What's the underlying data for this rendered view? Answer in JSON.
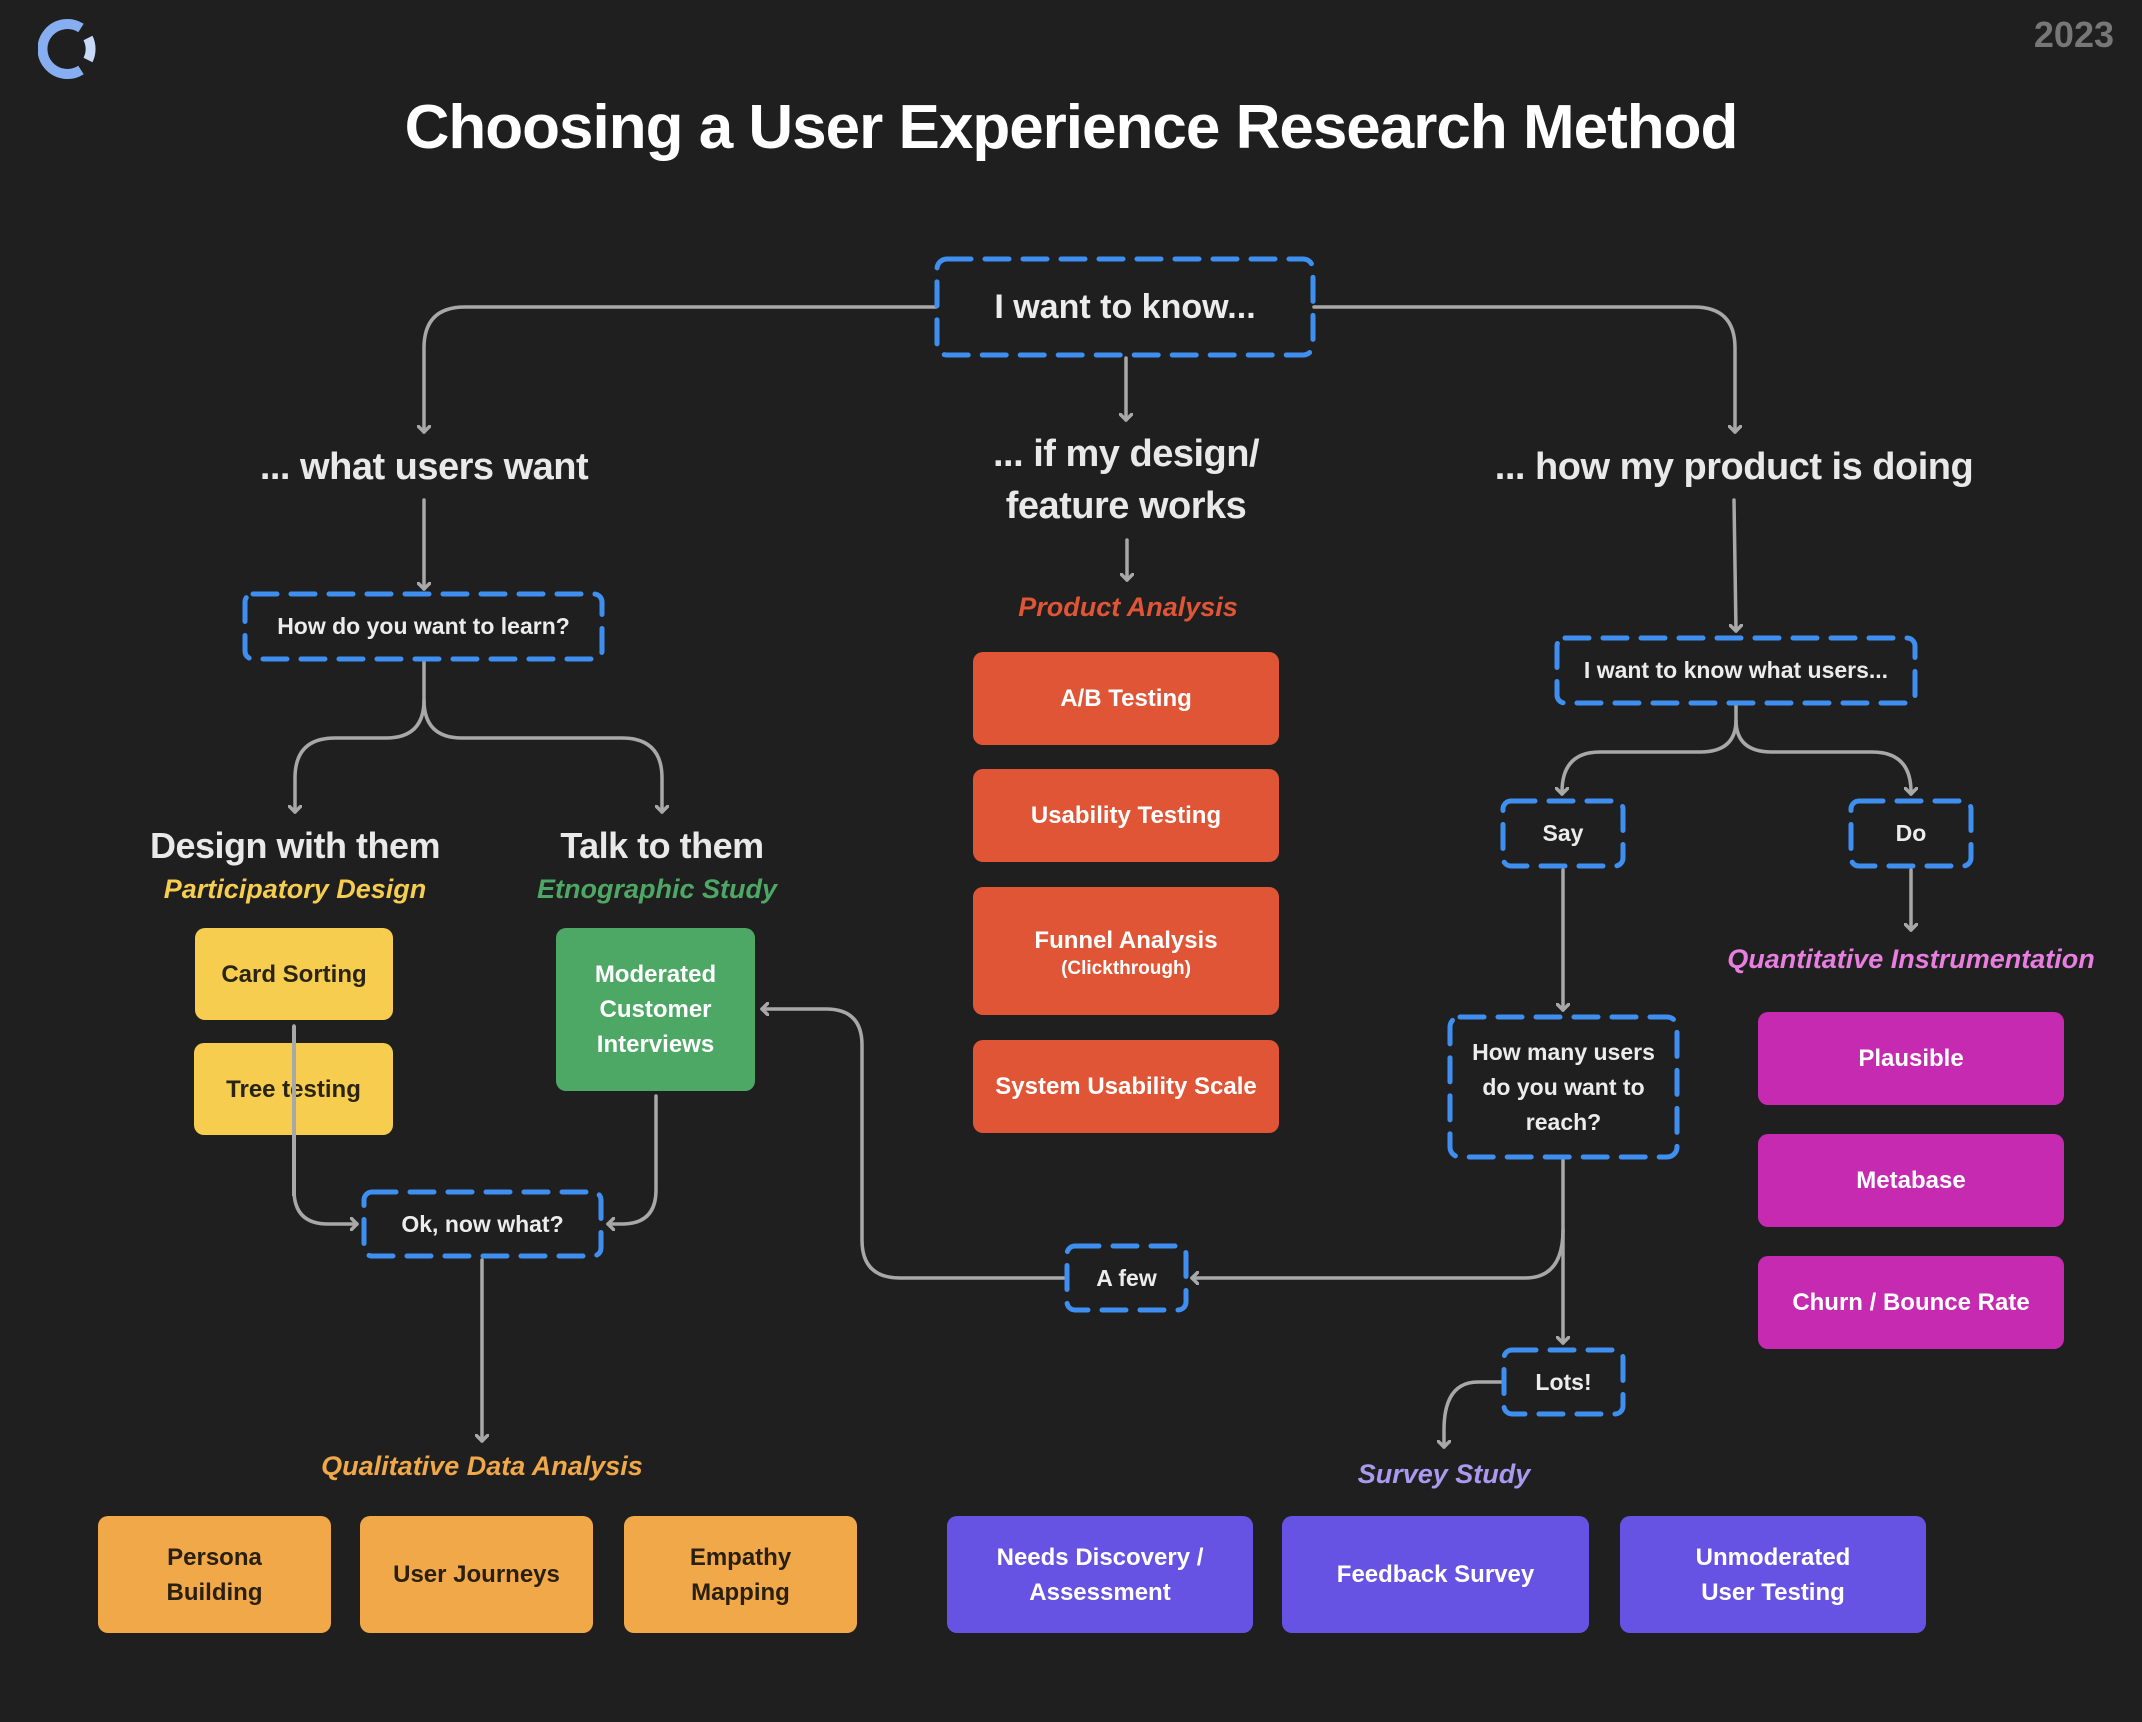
{
  "header": {
    "logo": "logo-icon",
    "title": "Choosing a User Experience Research Method",
    "year": "2023"
  },
  "colors": {
    "background": "#1f1f1f",
    "dashed_border": "#3f8ff0",
    "connector": "#a8a8a8",
    "product_analysis": "#e05535",
    "participatory": "#f6cd4f",
    "ethnographic": "#4ea865",
    "quantitative": "#c62ab0",
    "qualitative": "#f0a848",
    "survey": "#6753e3"
  },
  "root": {
    "label": "I want to know..."
  },
  "branches": {
    "users_want": {
      "heading": "... what users want",
      "question": "How do you want to learn?",
      "design": {
        "heading": "Design with them",
        "method": "Participatory Design",
        "items": [
          "Card Sorting",
          "Tree testing"
        ]
      },
      "talk": {
        "heading": "Talk to them",
        "method": "Etnographic Study",
        "items": [
          "Moderated Customer Interviews"
        ]
      },
      "next": "Ok, now what?",
      "analysis": {
        "label": "Qualitative Data Analysis",
        "items": [
          "Persona Building",
          "User Journeys",
          "Empathy Mapping"
        ]
      }
    },
    "design_works": {
      "heading_line1": "... if my design/",
      "heading_line2": "feature works",
      "method": "Product Analysis",
      "items": [
        {
          "label": "A/B Testing",
          "sub": ""
        },
        {
          "label": "Usability Testing",
          "sub": ""
        },
        {
          "label": "Funnel Analysis",
          "sub": "(Clickthrough)"
        },
        {
          "label": "System Usability Scale",
          "sub": ""
        }
      ]
    },
    "product_doing": {
      "heading": "... how my product is doing",
      "question": "I want to know what users...",
      "say": "Say",
      "do": "Do",
      "reach_question": "How many users do you want to reach?",
      "few": "A few",
      "lots": "Lots!",
      "quant": {
        "label": "Quantitative Instrumentation",
        "items": [
          "Plausible",
          "Metabase",
          "Churn / Bounce Rate"
        ]
      },
      "survey": {
        "label": "Survey Study",
        "items": [
          "Needs Discovery / Assessment",
          "Feedback Survey",
          "Unmoderated User Testing"
        ]
      }
    }
  }
}
